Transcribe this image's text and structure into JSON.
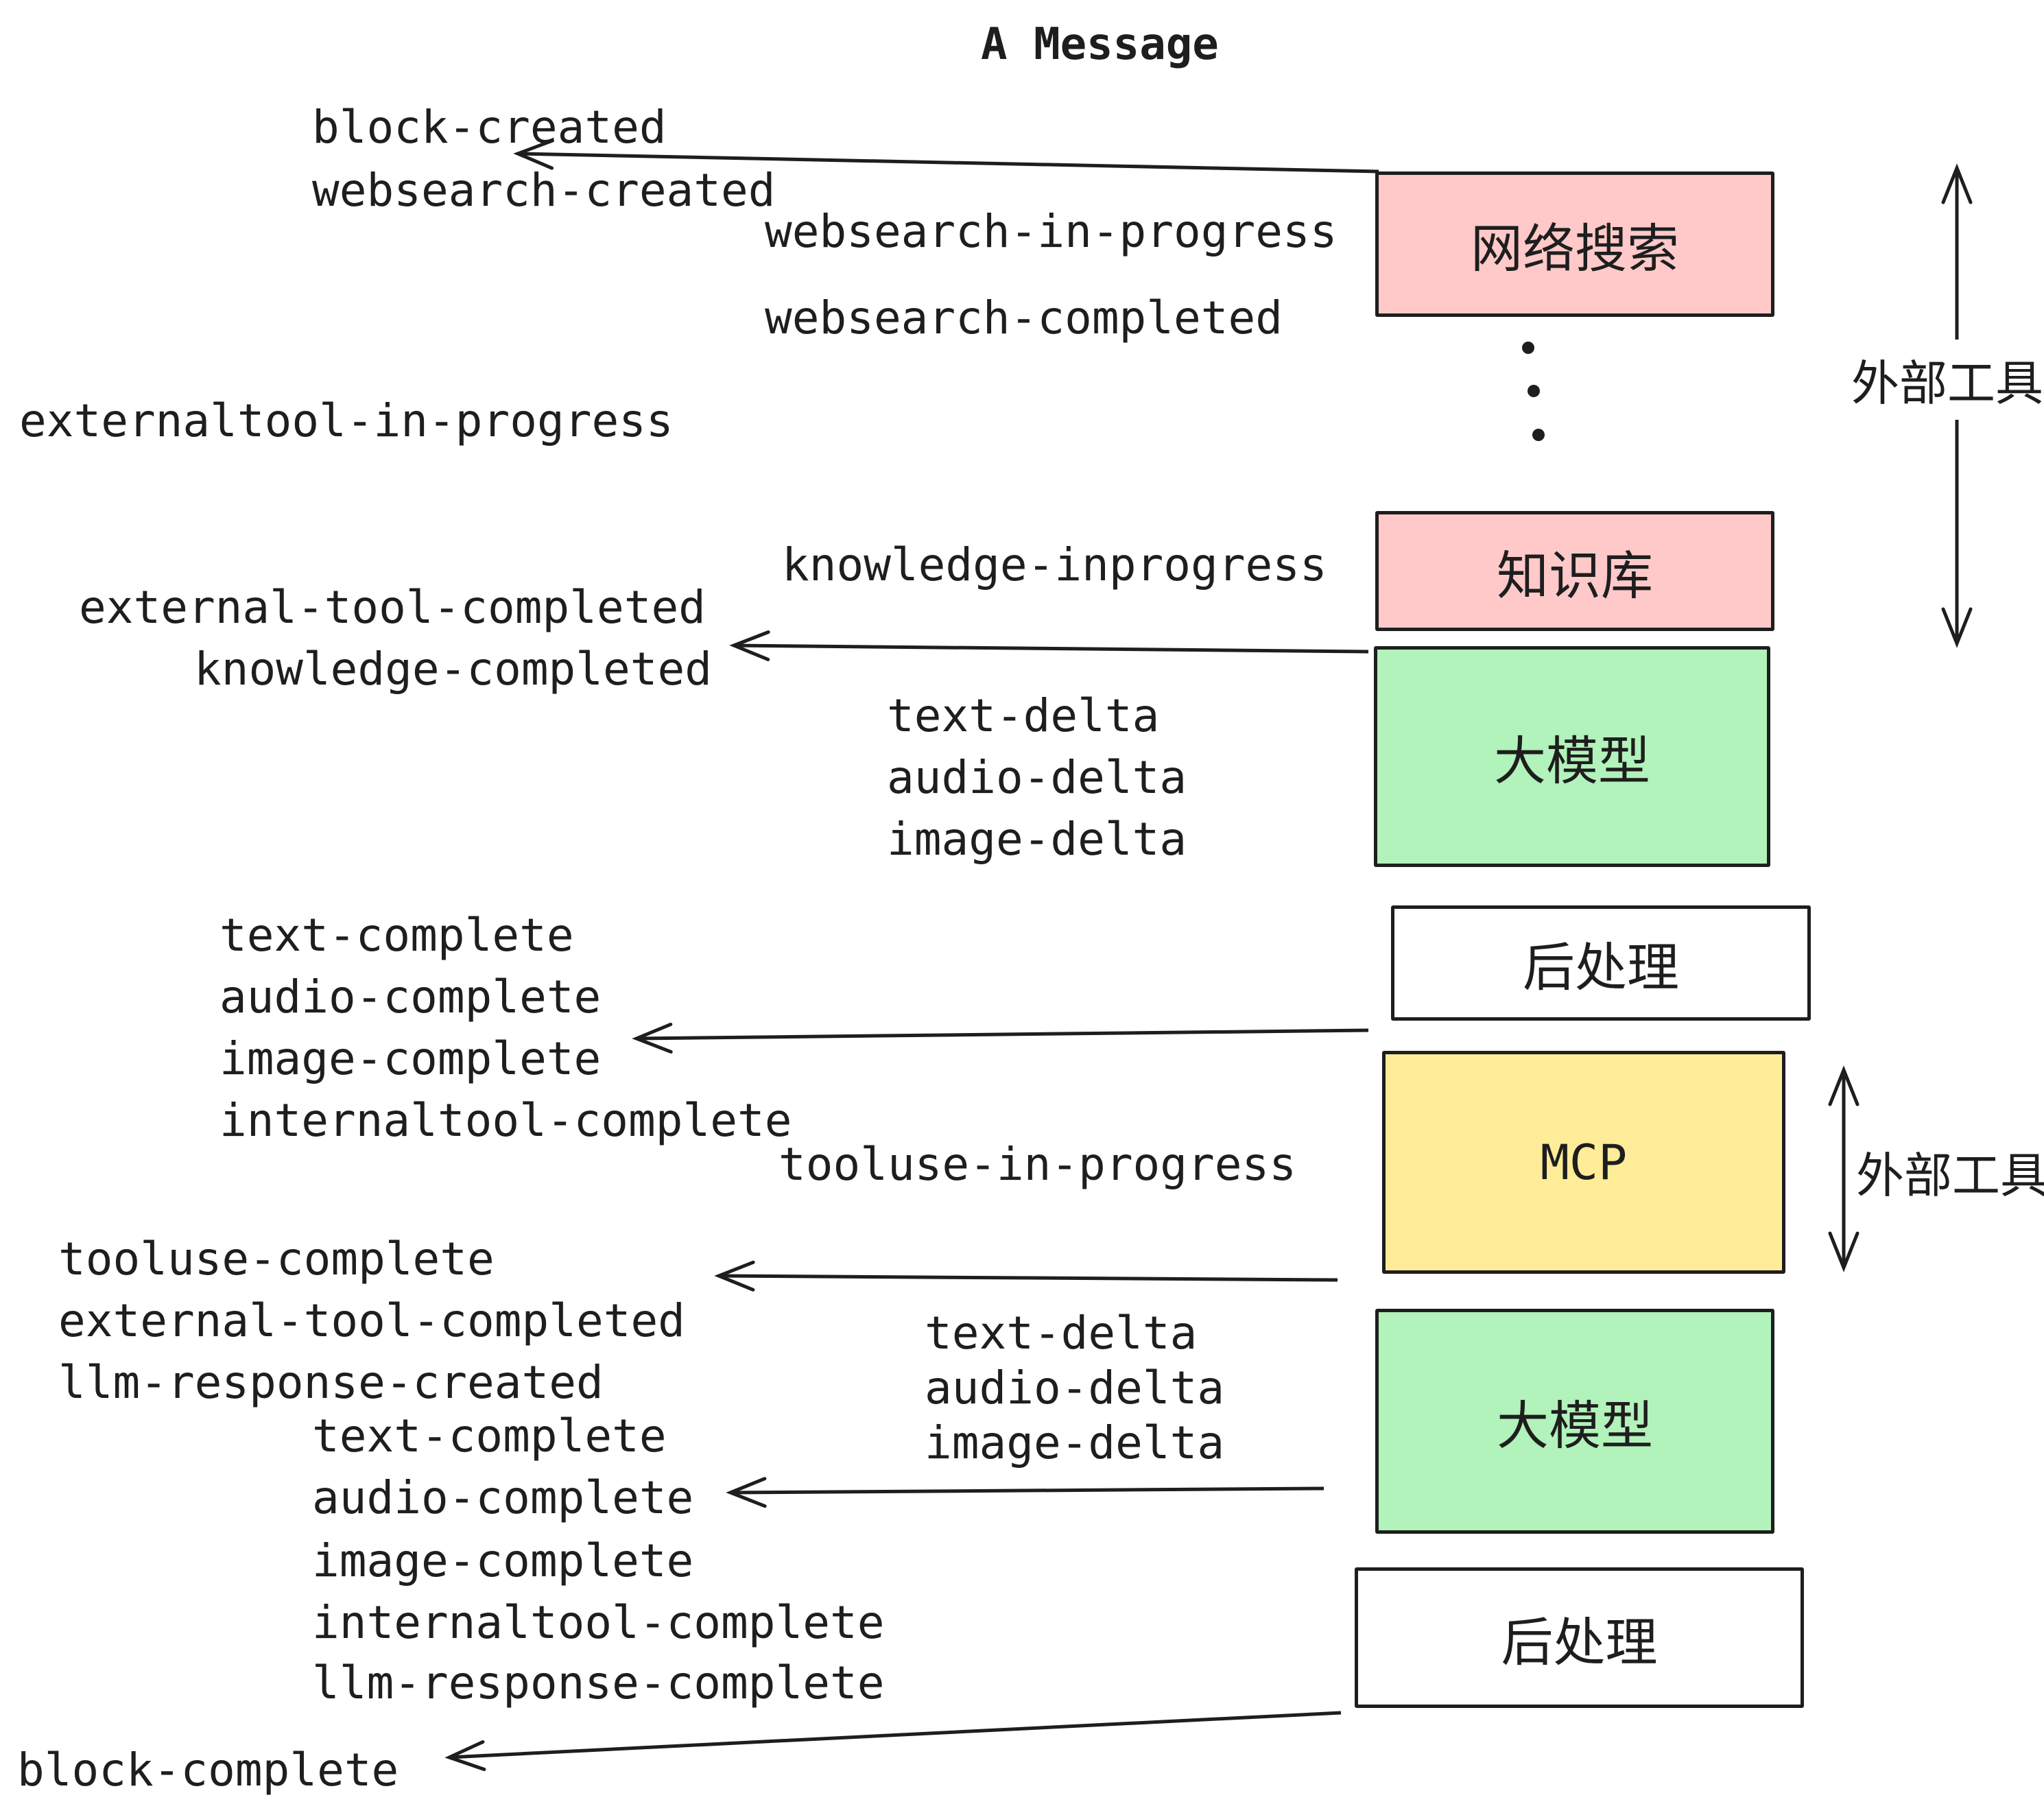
{
  "title": "A Message",
  "colors": {
    "stroke": "#1e1e1e",
    "pink": "#ffc9c9",
    "green": "#b2f2bb",
    "yellow": "#ffec99",
    "white": "#ffffff"
  },
  "boxes": {
    "websearch": "网络搜索",
    "knowledge": "知识库",
    "llm": "大模型",
    "post": "后处理",
    "mcp": "MCP"
  },
  "side_labels": {
    "external_tools_top": "外部工具",
    "external_tools_mid": "外部工具"
  },
  "events": {
    "block_created": "block-created",
    "websearch_created": "websearch-created",
    "websearch_in_progress": "websearch-in-progress",
    "websearch_completed": "websearch-completed",
    "externaltool_in_progress": "externaltool-in-progress",
    "knowledge_inprogress": "knowledge-inprogress",
    "external_tool_completed": "external-tool-completed",
    "knowledge_completed": "knowledge-completed",
    "text_delta": "text-delta",
    "audio_delta": "audio-delta",
    "image_delta": "image-delta",
    "text_complete": "text-complete",
    "audio_complete": "audio-complete",
    "image_complete": "image-complete",
    "internaltool_complete": "internaltool-complete",
    "tooluse_in_progress": "tooluse-in-progress",
    "tooluse_complete": "tooluse-complete",
    "llm_response_created": "llm-response-created",
    "llm_response_complete": "llm-response-complete",
    "block_complete": "block-complete"
  }
}
